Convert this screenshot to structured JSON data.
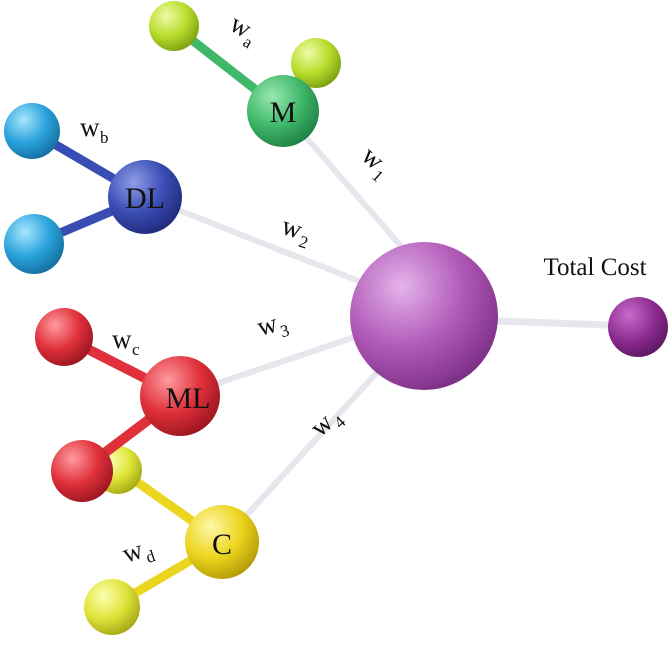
{
  "nodes": {
    "center": {
      "label": ""
    },
    "total": {
      "label": "Total Cost"
    },
    "m": {
      "label": "M",
      "weight": "w",
      "weight_sub": "a"
    },
    "dl": {
      "label": "DL",
      "weight": "w",
      "weight_sub": "b"
    },
    "ml": {
      "label": "ML",
      "weight": "w",
      "weight_sub": "c"
    },
    "c": {
      "label": "C",
      "weight": "w",
      "weight_sub": "d"
    }
  },
  "edges": {
    "w1": {
      "label": "w",
      "sub": "1"
    },
    "w2": {
      "label": "w",
      "sub": "2"
    },
    "w3": {
      "label": "w",
      "sub": "3"
    },
    "w4": {
      "label": "w",
      "sub": "4"
    }
  },
  "colors": {
    "center": "#b05ab8",
    "total": "#8a2a8e",
    "m": "#3fb86a",
    "m_leaf": "#b9dc2c",
    "dl": "#3a4db3",
    "dl_leaf": "#2aa2dc",
    "ml": "#e0303a",
    "ml_leaf": "#e0303a",
    "c": "#ecd51e",
    "c_leaf": "#dfe43a",
    "edge": "#e9e9ee"
  }
}
